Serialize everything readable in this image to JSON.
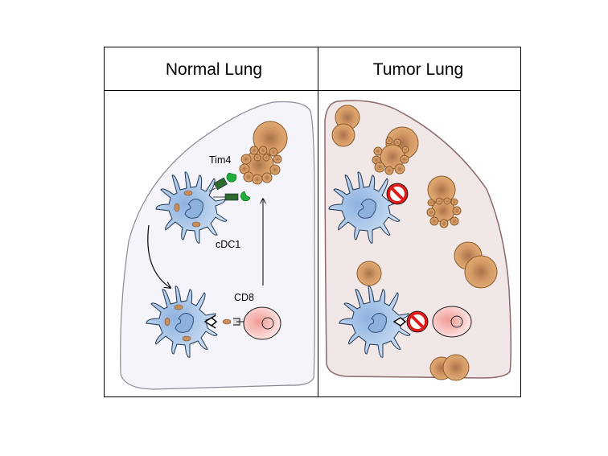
{
  "panels": [
    {
      "title": "Normal Lung",
      "labels": {
        "receptor": "Tim4",
        "dc": "cDC1",
        "tcell": "CD8"
      }
    },
    {
      "title": "Tumor Lung"
    }
  ],
  "colors": {
    "normal_lung_fill": "#f6f4fb",
    "tumor_lung_fill": "#f1e7e7",
    "dc_fill": "#a9c4e8",
    "tumor_fill": "#d9a06a",
    "cd8_fill": "#f6b8b4",
    "tim4_green": "#1fae3a",
    "block_red": "#e01b1b"
  }
}
